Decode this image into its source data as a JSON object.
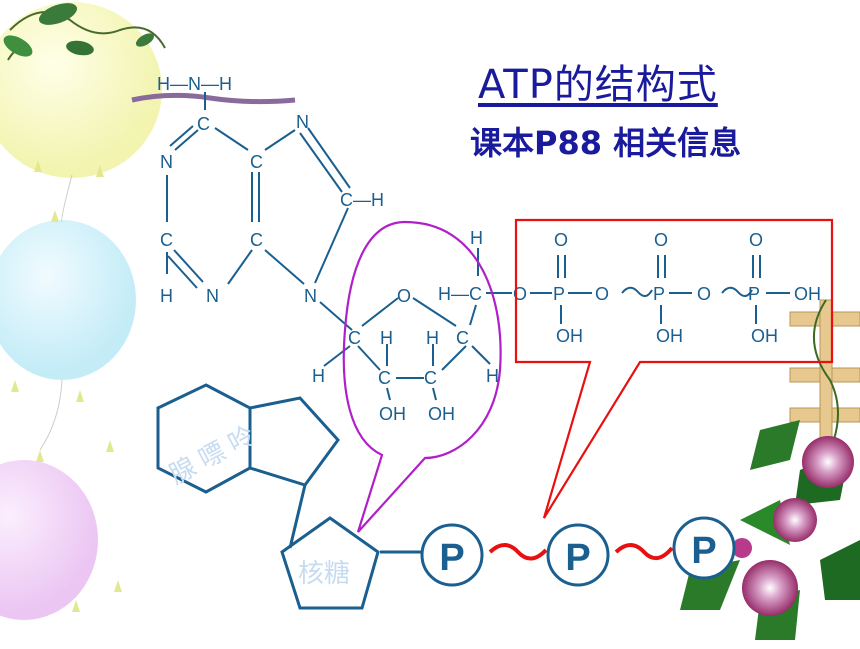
{
  "title": "ATP的结构式",
  "subtitle": "课本P88  相关信息",
  "adenine": {
    "amine": "H—N—H",
    "c6": "C",
    "n1": "N",
    "c5": "C",
    "n7": "N",
    "c8h": "C—H",
    "c2": "C",
    "c4": "C",
    "h2": "H",
    "n3": "N",
    "n9": "N"
  },
  "ribose": {
    "o": "O",
    "c1": "C",
    "c4": "C",
    "c2": "C",
    "c3": "C",
    "h_c1": "H",
    "h_c4": "H",
    "h_c2": "H",
    "h_c3": "H",
    "oh2": "OH",
    "oh3": "OH",
    "h_c5top": "H",
    "c5": "H—C"
  },
  "phosphates": {
    "link_o": "O",
    "p1": "P",
    "p2": "P",
    "p3": "P",
    "o_top1": "O",
    "o_top2": "O",
    "o_top3": "O",
    "oh1": "OH",
    "oh2": "OH",
    "oh3": "OH",
    "oh_end": "OH",
    "bridge1": "O",
    "bridge2": "O"
  },
  "simplified": {
    "base_label": "腺 嘌 呤",
    "sugar_label": "核糖",
    "p1": "P",
    "p2": "P",
    "p3": "P"
  },
  "colors": {
    "structure": "#1a5f8f",
    "title": "#1a1a9c",
    "ribose_circle": "#b020c8",
    "phosphate_box": "#e81010",
    "high_energy_bond": "#e81010",
    "watermark": "#c8dcf0"
  }
}
